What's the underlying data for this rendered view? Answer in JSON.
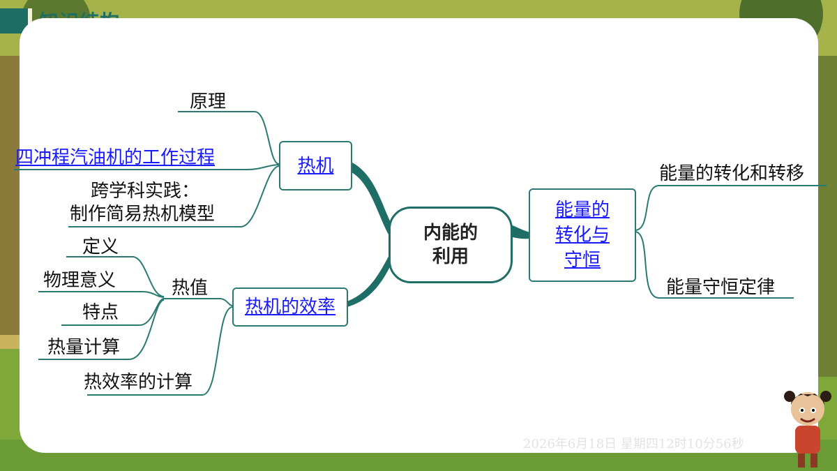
{
  "header": {
    "title": "知识结构"
  },
  "diagram": {
    "center": {
      "line1": "内能的",
      "line2": "利用"
    },
    "branch_heat_engine": {
      "label": "热机",
      "children": {
        "principle": "原理",
        "four_stroke": "四冲程汽油机的工作过程",
        "practice_line1": "跨学科实践：",
        "practice_line2": "制作简易热机模型"
      }
    },
    "branch_efficiency": {
      "label": "热机的效率",
      "calorific_value": {
        "label": "热值",
        "children": [
          "定义",
          "物理意义",
          "特点",
          "热量计算"
        ]
      },
      "thermal_efficiency_calc": "热效率的计算"
    },
    "branch_energy": {
      "line1": "能量的",
      "line2": "转化与",
      "line3": "守恒",
      "children": {
        "conversion_transfer": "能量的转化和转移",
        "conservation_law": "能量守恒定律"
      }
    }
  },
  "footer": {
    "timestamp": "2026年6月18日 星期四12时10分56秒"
  },
  "colors": {
    "line": "#2a7a72",
    "link": "#1a1aff",
    "accent": "#1e6e66"
  }
}
